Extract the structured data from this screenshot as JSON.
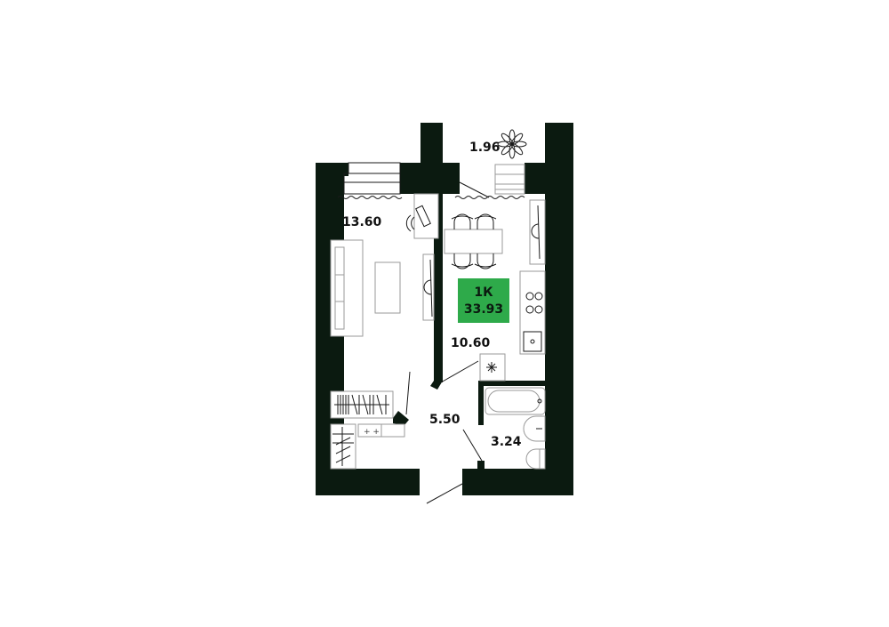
{
  "plan": {
    "apartment_type": "1К",
    "total_area": "33.93",
    "rooms": [
      {
        "id": "balcony",
        "area": "1.96"
      },
      {
        "id": "living-room",
        "area": "13.60"
      },
      {
        "id": "kitchen",
        "area": "10.60"
      },
      {
        "id": "hallway",
        "area": "5.50"
      },
      {
        "id": "bathroom",
        "area": "3.24"
      }
    ]
  },
  "colors": {
    "wall": "#0b1a10",
    "badge": "#2eaa4a"
  }
}
